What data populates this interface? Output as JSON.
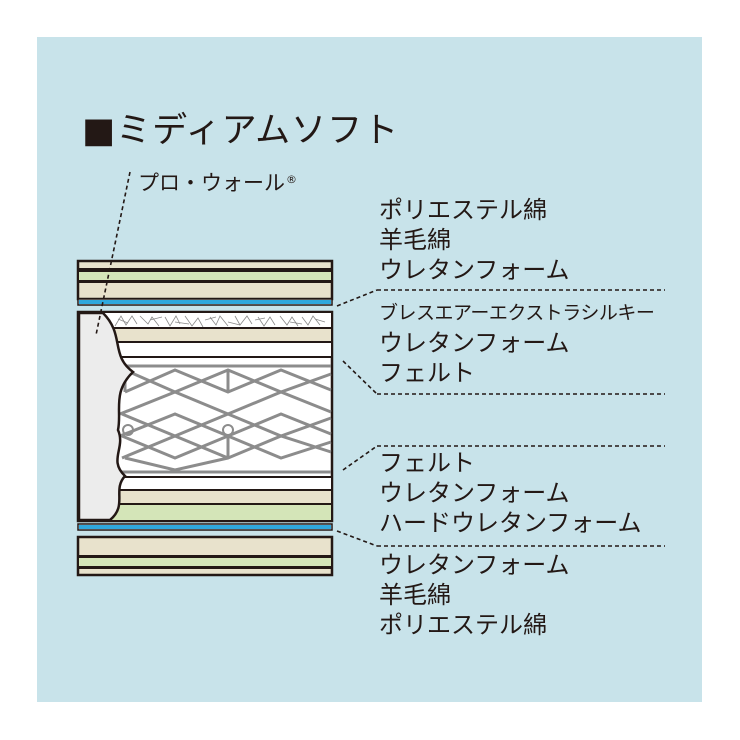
{
  "title": "■ミディアムソフト",
  "pro_wall": {
    "text": "プロ・ウォール",
    "mark": "®"
  },
  "groups": {
    "top": [
      "ポリエステル綿",
      "羊毛綿",
      "ウレタンフォーム"
    ],
    "upper": [
      "ブレスエアーエクストラシルキー",
      "ウレタンフォーム",
      "フェルト"
    ],
    "lower": [
      "フェルト",
      "ウレタンフォーム",
      "ハードウレタンフォーム"
    ],
    "bottom": [
      "ウレタンフォーム",
      "羊毛綿",
      "ポリエステル綿"
    ]
  },
  "colors": {
    "background": "#c8e3ea",
    "outline": "#231815",
    "beige": "#e8e2cc",
    "green": "#d4e5b8",
    "blue": "#30a8dd",
    "spring": "#808080",
    "white": "#ffffff"
  }
}
